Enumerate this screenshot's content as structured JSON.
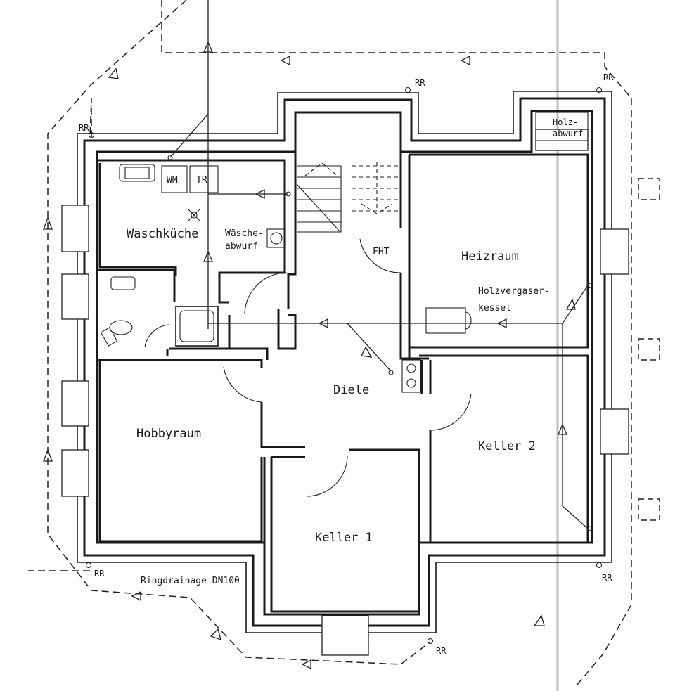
{
  "rooms": {
    "waschkueche": "Waschküche",
    "heizraum": "Heizraum",
    "diele": "Diele",
    "hobbyraum": "Hobbyraum",
    "keller1": "Keller  1",
    "keller2": "Keller  2"
  },
  "labels": {
    "holzvergaser_1": "Holzvergaser-",
    "holzvergaser_2": "kessel",
    "waescheabwurf_1": "Wäsche-",
    "waescheabwurf_2": "abwurf",
    "holzabwurf_1": "Holz-",
    "holzabwurf_2": "abwurf",
    "fht": "FHT",
    "wm": "WM",
    "tr": "TR",
    "ringdrainage": "Ringdrainage  DN100",
    "rr": "RR"
  }
}
